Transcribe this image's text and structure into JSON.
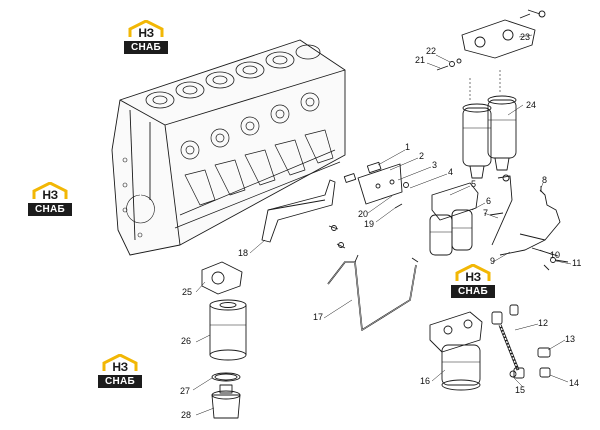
{
  "logo": {
    "mark": "НЗ",
    "band": "СНАБ"
  },
  "callouts": [
    "1",
    "2",
    "3",
    "4",
    "5",
    "6",
    "7",
    "8",
    "9",
    "10",
    "11",
    "12",
    "13",
    "14",
    "15",
    "16",
    "17",
    "18",
    "19",
    "20",
    "21",
    "22",
    "23",
    "24",
    "25",
    "26",
    "27",
    "28"
  ]
}
